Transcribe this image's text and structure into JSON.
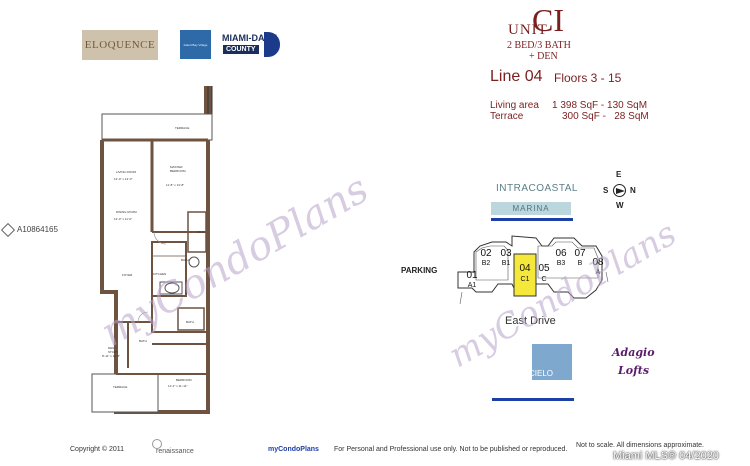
{
  "logos": {
    "eloquence": "ELOQUENCE",
    "island": "Island Bay Village",
    "miami_dade_top": "MIAMI-DADE",
    "miami_dade_county": "COUNTY"
  },
  "unit": {
    "word": "UNIT",
    "code": "CI",
    "beds": "2 BED/3 BATH",
    "den": "+ DEN",
    "line": "Line 04",
    "floors": "Floors 3 - 15",
    "living_label": "Living area",
    "living_value": "1 398 SqF - 130 SqM",
    "terrace_label": "Terrace",
    "terrace_value": "300 SqF -   28 SqM"
  },
  "compass": {
    "n": "N",
    "s": "S",
    "e": "E",
    "w": "W"
  },
  "site": {
    "intracoastal": "INTRACOASTAL",
    "marina": "MARINA",
    "parking": "PARKING",
    "east_drive": "East Drive",
    "cielo": "CIELO",
    "adagio": "Adagio",
    "lofts": "Lofts",
    "units": [
      {
        "num": "01",
        "sub": "A1"
      },
      {
        "num": "02",
        "sub": "B2"
      },
      {
        "num": "03",
        "sub": "B1"
      },
      {
        "num": "04",
        "sub": "C1"
      },
      {
        "num": "05",
        "sub": "C"
      },
      {
        "num": "06",
        "sub": "B3"
      },
      {
        "num": "07",
        "sub": "B"
      },
      {
        "num": "08",
        "sub": "A"
      }
    ]
  },
  "floorplan": {
    "terrace_top": "TERRACE",
    "living": "LIVING ROOM",
    "living_dim": "12'-0\" x 13'-0\"",
    "master": "MASTER BEDROOM",
    "master_dim": "11'-8\" x 13'-8\"",
    "dining": "DINING ROOM",
    "dining_dim": "12'-0\" x 11'-0\"",
    "wic": "W.I.C.",
    "foyer": "FOYER",
    "kitchen": "KITCHEN",
    "bath1": "BATH",
    "bath2": "BATH",
    "bath3": "BATH",
    "den": "DEN STUDY",
    "den_dim": "8'-11\" x 10'-6\"",
    "terrace_bottom": "TERRACE",
    "bedroom": "BEDROOM",
    "bedroom_dim": "11'-2\" x 11'-11\""
  },
  "watermark": "myCondoPlans",
  "mls_id": "A10864165",
  "footer": {
    "copyright": "Copyright © 2011",
    "renaissance": "renaissance",
    "mycondoplans": "myCondoPlans",
    "disclaimer": "For Personal and Professional use only. Not to be published or reproduced.",
    "scale": "Not to scale.  All dimensions approximate.",
    "mls": "Miami MLS® 04/2020"
  },
  "colors": {
    "accent": "#7a1f1f",
    "highlight_unit": "#f5e83a",
    "marina": "#bcd6dd",
    "water_line": "#1c3fa8",
    "cielo": "#7fa8cf",
    "adagio": "#5b1b6b"
  }
}
